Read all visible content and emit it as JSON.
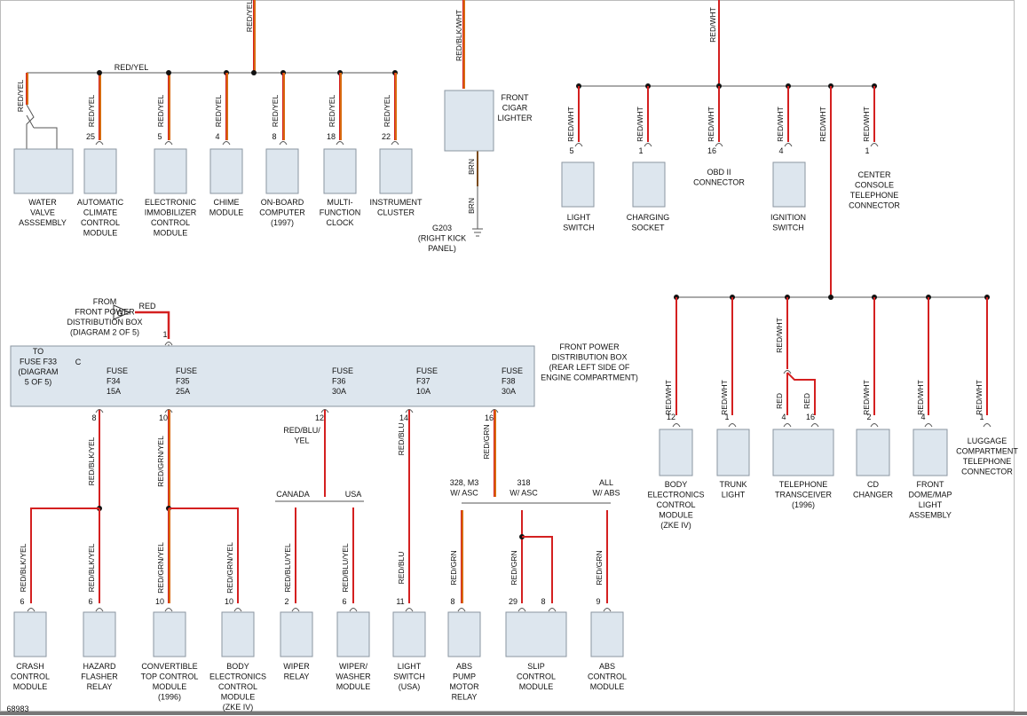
{
  "diagram_id": "68983",
  "labels": {
    "top_wire_left": "RED/YEL",
    "top_wire_mid": "RED/YEL",
    "lighter_wire_in": "RED/BLK/WHT",
    "right_wire_in": "RED/WHT",
    "water_wire": "RED/YEL",
    "front_lighter": [
      "FRONT",
      "CIGAR",
      "LIGHTER"
    ],
    "brn1": "BRN",
    "brn2": "BRN",
    "g203": [
      "G203",
      "(RIGHT KICK",
      "PANEL)"
    ],
    "from_box": [
      "FROM",
      "FRONT POWER",
      "DISTRIBUTION BOX",
      "(DIAGRAM 2 OF 5)"
    ],
    "red": "RED",
    "pin1": "1",
    "to_fuse": [
      "TO",
      "FUSE F33",
      "(DIAGRAM",
      "5 OF 5)"
    ],
    "fpdb": [
      "FRONT POWER",
      "DISTRIBUTION BOX",
      "(REAR LEFT SIDE OF",
      "ENGINE COMPARTMENT)"
    ],
    "g_symbol": "G",
    "c_symbol": "C",
    "canada": "CANADA",
    "usa": "USA",
    "w328": [
      "328, M3",
      "W/ ASC"
    ],
    "w318": [
      "318",
      "W/ ASC"
    ],
    "wall": [
      "ALL",
      "W/ ABS"
    ],
    "red_a": "RED",
    "red_b": "RED"
  },
  "top_components": [
    {
      "name": [
        "WATER",
        "VALVE",
        "ASSSEMBLY"
      ],
      "pin": "",
      "wire": "RED/YEL"
    },
    {
      "name": [
        "AUTOMATIC",
        "CLIMATE",
        "CONTROL",
        "MODULE"
      ],
      "pin": "25",
      "wire": "RED/YEL"
    },
    {
      "name": [
        "ELECTRONIC",
        "IMMOBILIZER",
        "CONTROL",
        "MODULE"
      ],
      "pin": "5",
      "wire": "RED/YEL"
    },
    {
      "name": [
        "CHIME",
        "MODULE"
      ],
      "pin": "4",
      "wire": "RED/YEL"
    },
    {
      "name": [
        "ON-BOARD",
        "COMPUTER",
        "(1997)"
      ],
      "pin": "8",
      "wire": "RED/YEL"
    },
    {
      "name": [
        "MULTI-",
        "FUNCTION",
        "CLOCK"
      ],
      "pin": "18",
      "wire": "RED/YEL"
    },
    {
      "name": [
        "INSTRUMENT",
        "CLUSTER"
      ],
      "pin": "22",
      "wire": "RED/YEL"
    }
  ],
  "right_top_components": [
    {
      "name": [
        "LIGHT",
        "SWITCH"
      ],
      "pin": "5",
      "wire": "RED/WHT"
    },
    {
      "name": [
        "CHARGING",
        "SOCKET"
      ],
      "pin": "1",
      "wire": "RED/WHT"
    },
    {
      "name": [
        "OBD II",
        "CONNECTOR"
      ],
      "pin": "16",
      "wire": "RED/WHT"
    },
    {
      "name": [
        "IGNITION",
        "SWITCH"
      ],
      "pin": "4",
      "wire": "RED/WHT"
    },
    {
      "name": [],
      "pin": "",
      "wire": "RED/WHT"
    },
    {
      "name": [
        "CENTER",
        "CONSOLE",
        "TELEPHONE",
        "CONNECTOR"
      ],
      "pin": "1",
      "wire": "RED/WHT"
    }
  ],
  "right_bottom_components": [
    {
      "name": [
        "BODY",
        "ELECTRONICS",
        "CONTROL",
        "MODULE",
        "(ZKE IV)"
      ],
      "pin": "12",
      "wire": "RED/WHT"
    },
    {
      "name": [
        "TRUNK",
        "LIGHT"
      ],
      "pin": "1",
      "wire": "RED/WHT"
    },
    {
      "name": [
        "TELEPHONE",
        "TRANSCEIVER",
        "(1996)"
      ],
      "pin": "4",
      "pin2": "16",
      "wire": "RED/WHT"
    },
    {
      "name": [
        "CD",
        "CHANGER"
      ],
      "pin": "2",
      "wire": "RED/WHT"
    },
    {
      "name": [
        "FRONT",
        "DOME/MAP",
        "LIGHT",
        "ASSEMBLY"
      ],
      "pin": "4",
      "wire": "RED/WHT"
    },
    {
      "name": [
        "LUGGAGE",
        "COMPARTMENT",
        "TELEPHONE",
        "CONNECTOR"
      ],
      "pin": "1",
      "wire": "RED/WHT"
    }
  ],
  "fuses": [
    {
      "label": [
        "FUSE",
        "F34",
        "15A"
      ],
      "out_pin": "8",
      "wire": "RED/BLK/YEL"
    },
    {
      "label": [
        "FUSE",
        "F35",
        "25A"
      ],
      "out_pin": "10",
      "wire": "RED/GRN/YEL"
    },
    {
      "label": [
        "FUSE",
        "F36",
        "30A"
      ],
      "out_pin": "12",
      "wire": "RED/BLU/\nYEL"
    },
    {
      "label": [
        "FUSE",
        "F37",
        "10A"
      ],
      "out_pin": "14",
      "wire": "RED/BLU"
    },
    {
      "label": [
        "FUSE",
        "F38",
        "30A"
      ],
      "out_pin": "16",
      "wire": "RED/GRN"
    }
  ],
  "wire_f36": [
    "RED/BLU/",
    "YEL"
  ],
  "bottom_components": [
    {
      "name": [
        "CRASH",
        "CONTROL",
        "MODULE"
      ],
      "pin": "6",
      "wire": "RED/BLK/YEL"
    },
    {
      "name": [
        "HAZARD",
        "FLASHER",
        "RELAY"
      ],
      "pin": "6",
      "wire": "RED/BLK/YEL"
    },
    {
      "name": [
        "CONVERTIBLE",
        "TOP CONTROL",
        "MODULE",
        "(1996)"
      ],
      "pin": "10",
      "wire": "RED/GRN/YEL"
    },
    {
      "name": [
        "BODY",
        "ELECTRONICS",
        "CONTROL",
        "MODULE",
        "(ZKE IV)"
      ],
      "pin": "10",
      "wire": "RED/GRN/YEL"
    },
    {
      "name": [
        "WIPER",
        "RELAY"
      ],
      "pin": "2",
      "wire": "RED/BLU/YEL"
    },
    {
      "name": [
        "WIPER/",
        "WASHER",
        "MODULE"
      ],
      "pin": "6",
      "wire": "RED/BLU/YEL"
    },
    {
      "name": [
        "LIGHT",
        "SWITCH",
        "(USA)"
      ],
      "pin": "11",
      "wire": "RED/BLU"
    },
    {
      "name": [
        "ABS",
        "PUMP",
        "MOTOR",
        "RELAY"
      ],
      "pin": "8",
      "wire": "RED/GRN"
    },
    {
      "name": [
        "SLIP",
        "CONTROL",
        "MODULE"
      ],
      "pin": "29",
      "pin2": "8",
      "wire": "RED/GRN"
    },
    {
      "name": [
        "ABS",
        "CONTROL",
        "MODULE"
      ],
      "pin": "9",
      "wire": "RED/GRN"
    }
  ]
}
